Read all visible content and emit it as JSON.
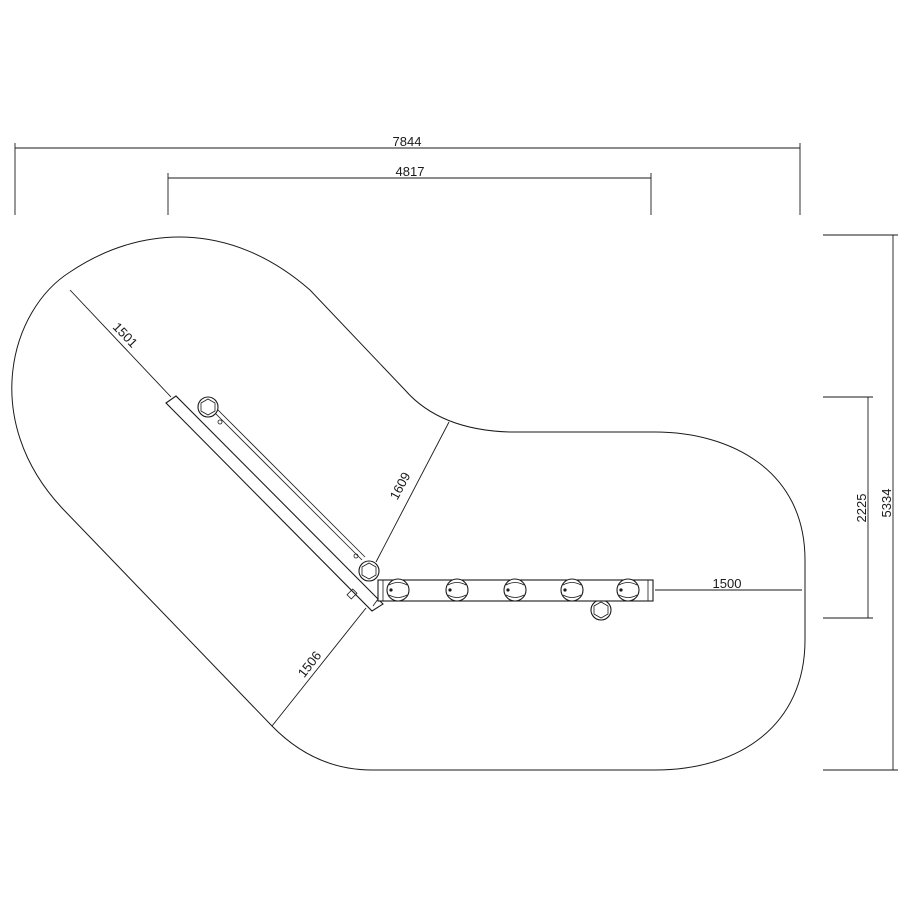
{
  "drawing": {
    "dimensions": {
      "overall_width": "7844",
      "inner_width": "4817",
      "overall_height": "5334",
      "right_lobe_height": "2225",
      "left_clearance": "1501",
      "upper_clearance": "1609",
      "lower_clearance": "1506",
      "right_clearance": "1500"
    },
    "colors": {
      "line": "#1a1a1a",
      "background": "#ffffff"
    }
  }
}
